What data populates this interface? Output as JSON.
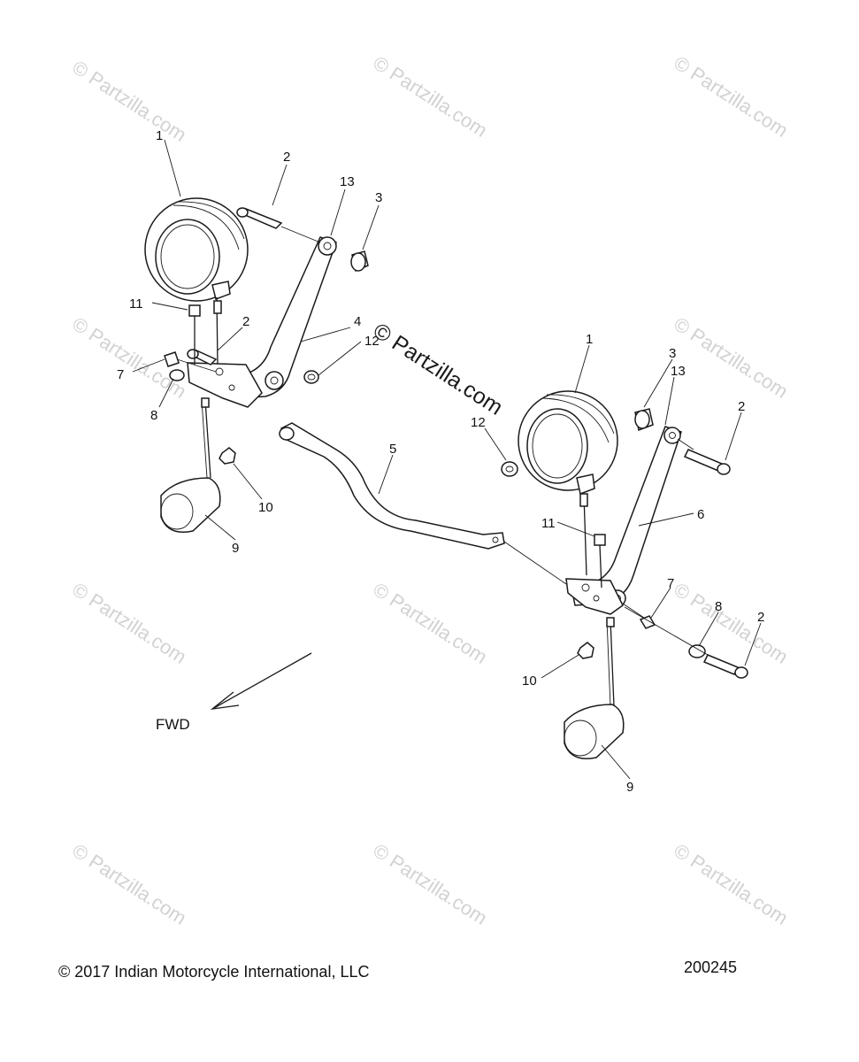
{
  "watermark": "© Partzilla.com",
  "watermark_center": "© Partzilla.com",
  "direction_label": "FWD",
  "copyright": "© 2017 Indian Motorcycle International, LLC",
  "diagram_number": "200245",
  "callouts": [
    "1",
    "2",
    "13",
    "3",
    "11",
    "2",
    "4",
    "12",
    "7",
    "8",
    "10",
    "9",
    "5",
    "12",
    "1",
    "3",
    "13",
    "2",
    "11",
    "6",
    "7",
    "8",
    "2",
    "10",
    "9"
  ]
}
